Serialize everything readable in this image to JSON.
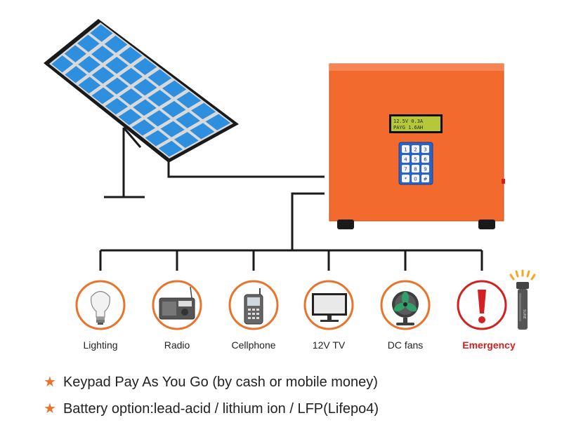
{
  "controller": {
    "lcd_line1": "12.5V  0.3A",
    "lcd_line2": "PAYG  1.6AH",
    "keypad_keys": [
      "1",
      "2",
      "3",
      "4",
      "5",
      "6",
      "7",
      "8",
      "9",
      "*",
      "0",
      "#"
    ]
  },
  "flashlight_brand": "SUNE",
  "loads": [
    {
      "label": "Lighting",
      "icon": "light-bulb-icon"
    },
    {
      "label": "Radio",
      "icon": "radio-icon"
    },
    {
      "label": "Cellphone",
      "icon": "cellphone-icon"
    },
    {
      "label": "12V TV",
      "icon": "tv-icon"
    },
    {
      "label": "DC fans",
      "icon": "fan-icon"
    },
    {
      "label": "Emergency",
      "icon": "exclamation-icon"
    }
  ],
  "features": [
    {
      "star": "★",
      "text": "Keypad Pay As You Go (by cash or mobile money)"
    },
    {
      "star": "★",
      "text": "Battery option:lead-acid / lithium ion / LFP(Lifepo4)"
    }
  ],
  "colors": {
    "controller_orange": "#f26a2e",
    "circle_orange": "#e8742c",
    "emergency_red": "#d32020",
    "panel_blue": "#2f8fdf",
    "lcd_green": "#b6c83a"
  }
}
